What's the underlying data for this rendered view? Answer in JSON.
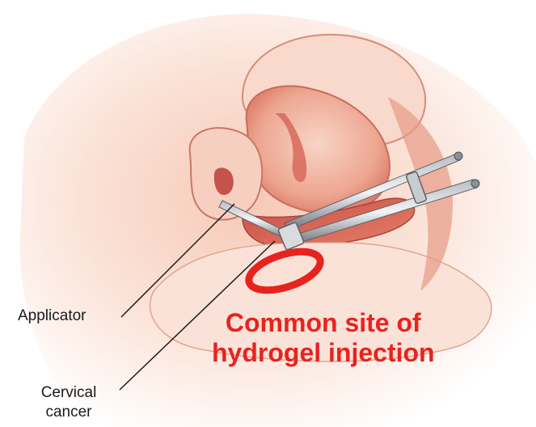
{
  "labels": {
    "applicator": "Applicator",
    "cervical_cancer_line1": "Cervical",
    "cervical_cancer_line2": "cancer"
  },
  "annotation": {
    "line1": "Common site of",
    "line2": "hydrogel injection",
    "color": "#e8231e"
  },
  "colors": {
    "highlight_ring": "#e8231e",
    "tissue_light": "#f9ddd0",
    "tissue_mid": "#ee9f8c",
    "tissue_dark": "#c9574a",
    "instrument": "#7d8085",
    "leader_line": "#1a1a1a"
  }
}
